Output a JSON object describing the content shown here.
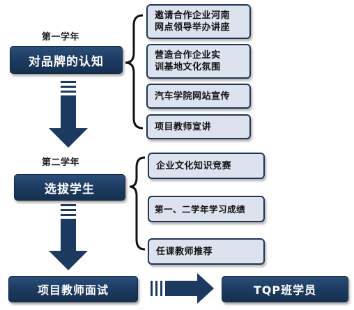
{
  "year1": {
    "label": "第一学年",
    "stage": "对品牌的认知",
    "items": [
      "邀请合作企业河南\n网点领导举办讲座",
      "营造合作企业实\n训基地文化氛围",
      "汽车学院网站宣传",
      "项目教师宣讲"
    ]
  },
  "year2": {
    "label": "第二学年",
    "stage": "选拔学生",
    "items": [
      "企业文化知识竞赛",
      "第一、二学年学习成绩",
      "任课教师推荐"
    ]
  },
  "final": {
    "interview": "项目教师面试",
    "result": "TQP班学员"
  },
  "colors": {
    "dark_box": "#1c3a5f",
    "light_box": "#dce3ee",
    "border": "#1d3557"
  }
}
